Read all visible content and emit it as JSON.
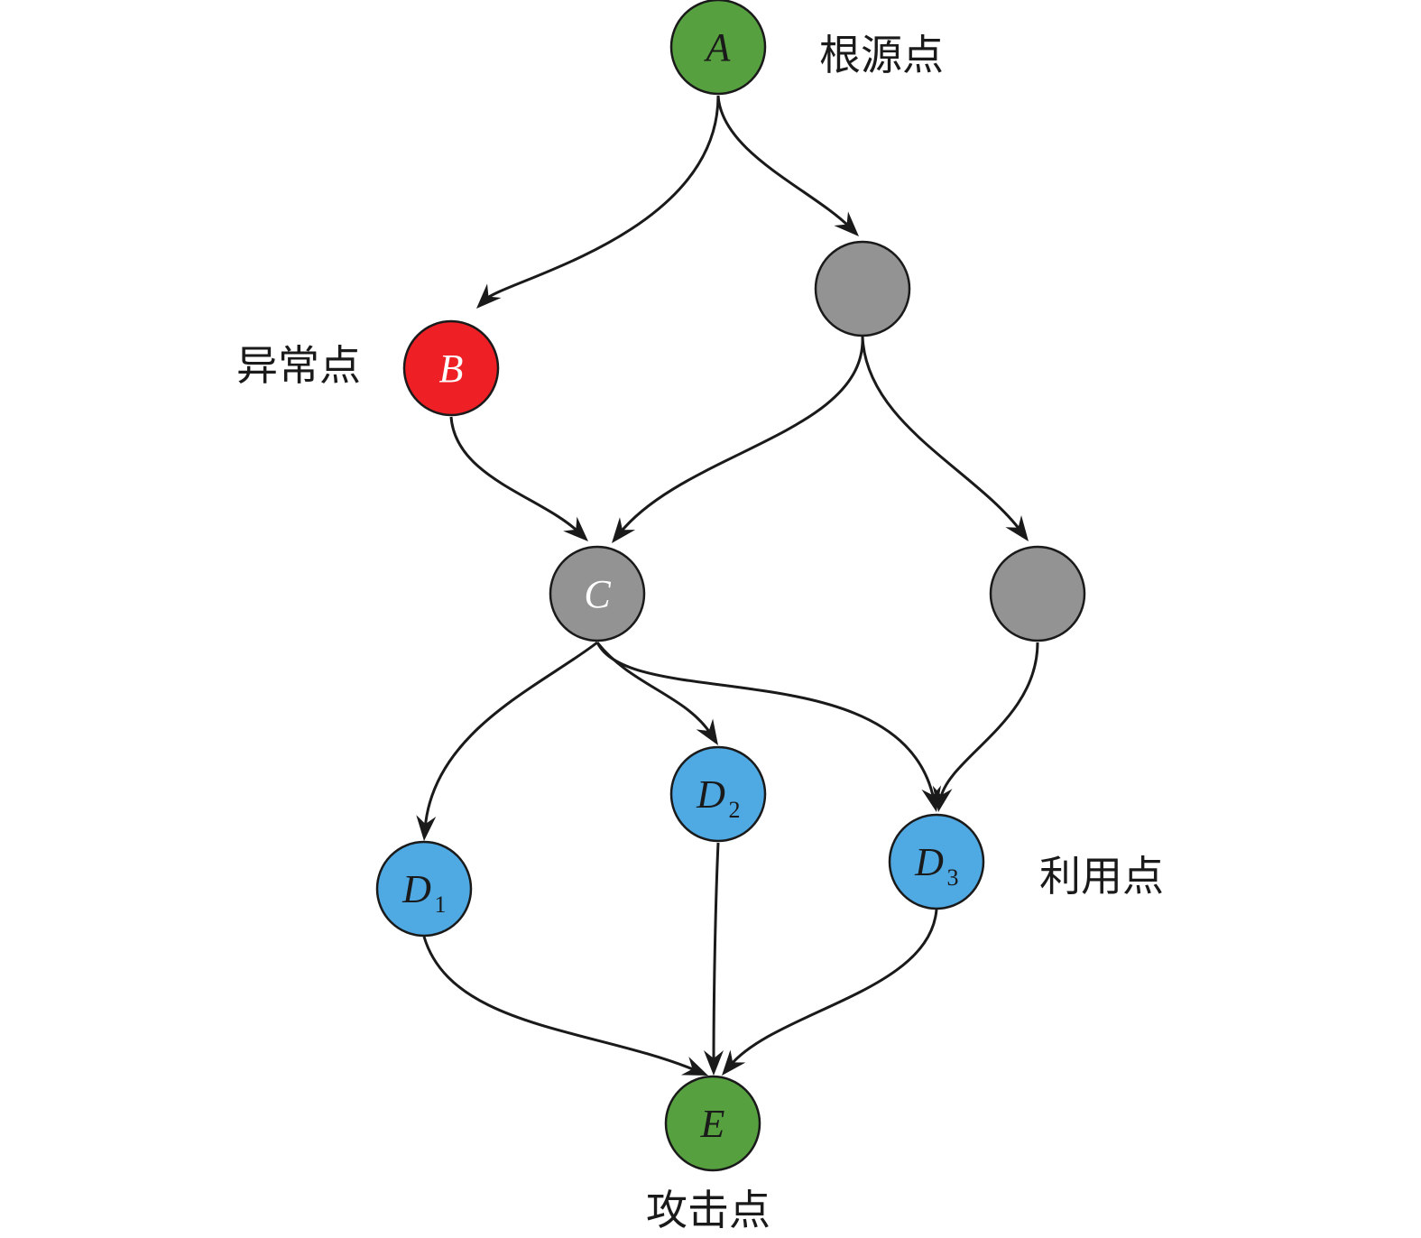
{
  "colors": {
    "root": "#57a040",
    "anomaly": "#ee1f25",
    "intermediate": "#939393",
    "exploit": "#4fa9e2",
    "attack": "#57a040",
    "edge": "#1a1a1a"
  },
  "nodes": [
    {
      "id": "A",
      "label": "A",
      "sub": "",
      "color": "root",
      "text_color": "#1a1a1a"
    },
    {
      "id": "G1",
      "label": "",
      "sub": "",
      "color": "intermediate",
      "text_color": "#ffffff"
    },
    {
      "id": "B",
      "label": "B",
      "sub": "",
      "color": "anomaly",
      "text_color": "#ffffff"
    },
    {
      "id": "C",
      "label": "C",
      "sub": "",
      "color": "intermediate",
      "text_color": "#ffffff"
    },
    {
      "id": "G2",
      "label": "",
      "sub": "",
      "color": "intermediate",
      "text_color": "#ffffff"
    },
    {
      "id": "D1",
      "label": "D",
      "sub": "1",
      "color": "exploit",
      "text_color": "#1a1a1a"
    },
    {
      "id": "D2",
      "label": "D",
      "sub": "2",
      "color": "exploit",
      "text_color": "#1a1a1a"
    },
    {
      "id": "D3",
      "label": "D",
      "sub": "3",
      "color": "exploit",
      "text_color": "#1a1a1a"
    },
    {
      "id": "E",
      "label": "E",
      "sub": "",
      "color": "attack",
      "text_color": "#1a1a1a"
    }
  ],
  "edges": [
    {
      "from": "A",
      "to": "B"
    },
    {
      "from": "A",
      "to": "G1"
    },
    {
      "from": "B",
      "to": "C"
    },
    {
      "from": "G1",
      "to": "C"
    },
    {
      "from": "G1",
      "to": "G2"
    },
    {
      "from": "C",
      "to": "D1"
    },
    {
      "from": "C",
      "to": "D2"
    },
    {
      "from": "C",
      "to": "D3"
    },
    {
      "from": "G2",
      "to": "D3"
    },
    {
      "from": "D1",
      "to": "E"
    },
    {
      "from": "D2",
      "to": "E"
    },
    {
      "from": "D3",
      "to": "E"
    }
  ],
  "annotations": {
    "root": "根源点",
    "anomaly": "异常点",
    "exploit": "利用点",
    "attack": "攻击点"
  }
}
